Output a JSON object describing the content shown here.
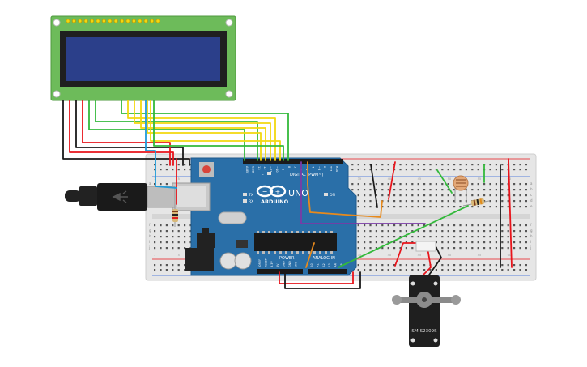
{
  "arduino": {
    "brand": "ARDUINO",
    "model": "UNO",
    "digital_label": "DIGITAL (PWM~)",
    "analog_label": "ANALOG IN",
    "power_label": "POWER",
    "on_label": "ON",
    "l_label": "L",
    "tx_label": "TX",
    "rx_label": "RX",
    "digital_pins": [
      "AREF",
      "GND",
      "13",
      "12",
      "~11",
      "~10",
      "~9",
      "8",
      "7",
      "~6",
      "~5",
      "4",
      "~3",
      "2",
      "TX1",
      "RX0"
    ],
    "power_pins": [
      "IOREF",
      "RESET",
      "3.3V",
      "5V",
      "GND",
      "GND",
      "VIN"
    ],
    "analog_pins": [
      "A0",
      "A1",
      "A2",
      "A3",
      "A4",
      "A5"
    ]
  },
  "breadboard": {
    "row_labels": [
      "a",
      "b",
      "c",
      "d",
      "e",
      "f",
      "g",
      "h",
      "i",
      "j"
    ],
    "col_labels": [
      "1",
      "5",
      "10",
      "15",
      "20",
      "25",
      "30",
      "35",
      "40",
      "45",
      "50",
      "55",
      "60"
    ]
  },
  "servo": {
    "label": "SM-S2309S"
  },
  "colors": {
    "wire_red": "#e8141b",
    "wire_black": "#1a1a1a",
    "wire_yellow": "#f2d80f",
    "wire_green": "#33b93b",
    "wire_blue": "#1f9bd8",
    "wire_orange": "#e88a1c",
    "wire_purple": "#7a3aa6",
    "arduino_blue": "#2a6fa8",
    "lcd_green": "#6dbb5a",
    "lcd_screen": "#2b3f8a",
    "breadboard": "#e8e8e8"
  }
}
